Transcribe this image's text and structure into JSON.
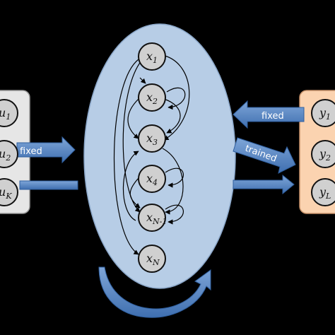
{
  "diagram": {
    "input_nodes": [
      {
        "base": "u",
        "sub": "1"
      },
      {
        "base": "u",
        "sub": "2"
      },
      {
        "base": "u",
        "sub": "K"
      }
    ],
    "reservoir_nodes": [
      {
        "base": "x",
        "sub": "1"
      },
      {
        "base": "x",
        "sub": "2"
      },
      {
        "base": "x",
        "sub": "3"
      },
      {
        "base": "x",
        "sub": "4"
      },
      {
        "base": "x",
        "sub": "N-1"
      },
      {
        "base": "x",
        "sub": "N"
      }
    ],
    "output_nodes": [
      {
        "base": "y",
        "sub": "1"
      },
      {
        "base": "y",
        "sub": "2"
      },
      {
        "base": "y",
        "sub": "L"
      }
    ],
    "arrow_labels": {
      "input_to_reservoir": "fixed",
      "output_feedback": "fixed",
      "reservoir_to_output": "trained"
    },
    "colors": {
      "background": "#000000",
      "input_panel": "#e6e6e6",
      "reservoir": "#b7cde6",
      "output_panel": "#fbd3b0",
      "arrow": "#4f81bd",
      "node_fill": "#d0d0d0"
    }
  }
}
